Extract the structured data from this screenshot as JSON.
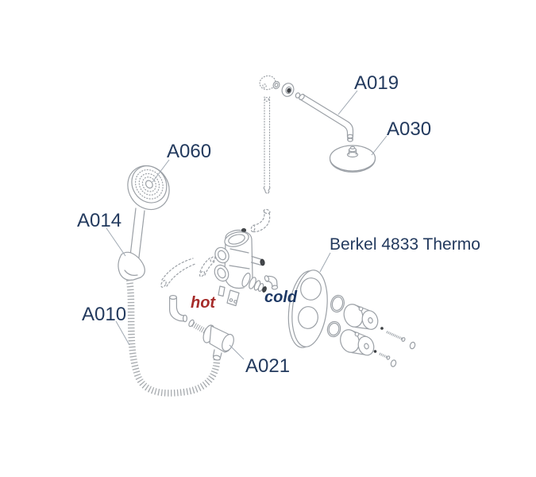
{
  "page": {
    "background": "#ffffff"
  },
  "diagram": {
    "colors": {
      "label": "#233a5e",
      "hot_text": "#a62c2a",
      "cold_text": "#1d3864",
      "line_art": "#9ba0a6"
    },
    "labels": {
      "a019": "A019",
      "a030": "A030",
      "a060": "A060",
      "a014": "A014",
      "a010": "A010",
      "a021": "A021",
      "model": "Berkel 4833 Thermo",
      "hot": "hot",
      "cold": "cold"
    }
  }
}
